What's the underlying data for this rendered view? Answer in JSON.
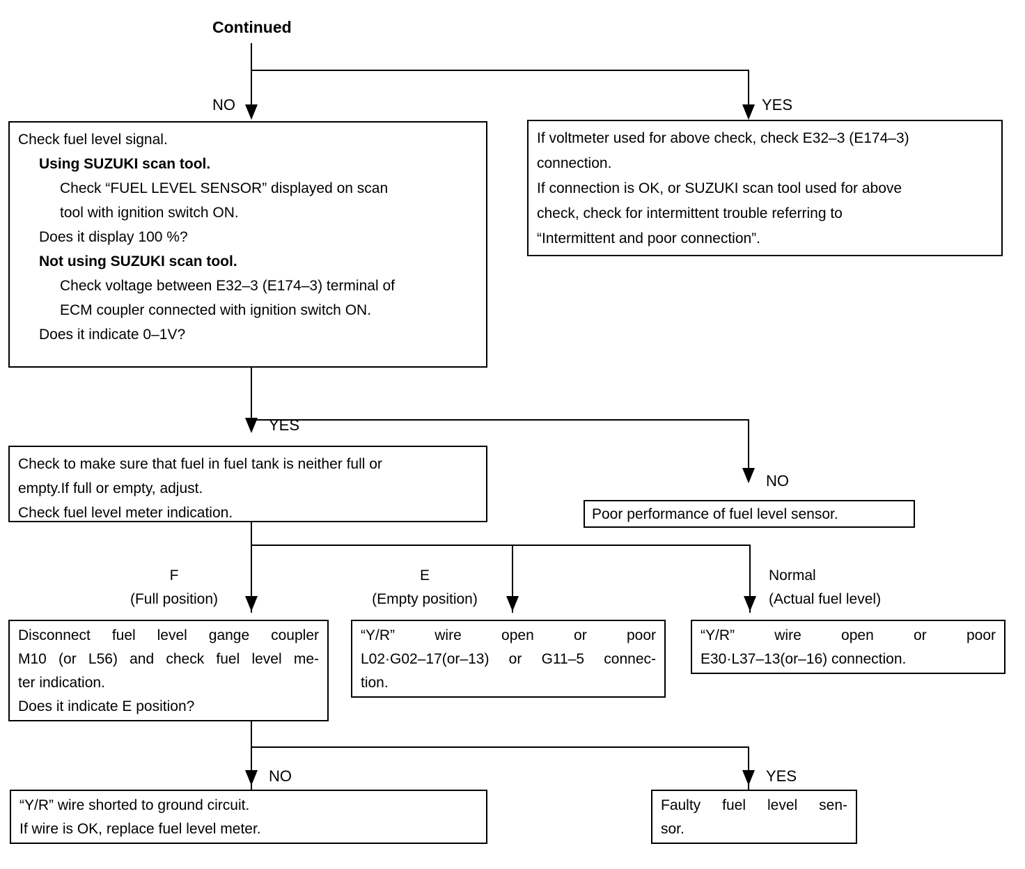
{
  "title": "Fuel level sensor diagnostic flow chart (continued)",
  "header": {
    "continued_label": "Continued"
  },
  "edge_labels": {
    "no_1": "NO",
    "yes_1": "YES",
    "yes_2": "YES",
    "no_2": "NO",
    "no_3": "NO",
    "yes_3": "YES"
  },
  "branch_labels": {
    "full": {
      "code": "F",
      "desc": "(Full position)"
    },
    "empty": {
      "code": "E",
      "desc": "(Empty position)"
    },
    "normal": {
      "code": "Normal",
      "desc": "(Actual fuel level)"
    }
  },
  "boxes": {
    "check_fuel_level_signal": {
      "lines": [
        {
          "text": "Check fuel level signal.",
          "indent": 0,
          "bold": false
        },
        {
          "text": "Using SUZUKI scan tool.",
          "indent": 1,
          "bold": true
        },
        {
          "text": "Check “FUEL LEVEL SENSOR” displayed on scan",
          "indent": 2,
          "bold": false
        },
        {
          "text": "tool with ignition switch ON.",
          "indent": 2,
          "bold": false
        },
        {
          "text": "Does it display 100 %?",
          "indent": 1,
          "bold": false
        },
        {
          "text": "Not using SUZUKI scan tool.",
          "indent": 1,
          "bold": true
        },
        {
          "text": "Check voltage between E32–3 (E174–3) terminal of",
          "indent": 2,
          "bold": false
        },
        {
          "text": "ECM coupler connected with ignition switch ON.",
          "indent": 2,
          "bold": false
        },
        {
          "text": "Does it indicate 0–1V?",
          "indent": 1,
          "bold": false
        }
      ]
    },
    "voltmeter_check": {
      "lines": [
        {
          "text": "If voltmeter used for above check, check E32–3 (E174–3)"
        },
        {
          "text": "connection."
        },
        {
          "text": "If connection is OK, or SUZUKI scan tool used for above"
        },
        {
          "text": "check, check for intermittent trouble referring to"
        },
        {
          "text": "“Intermittent and poor connection”."
        }
      ]
    },
    "check_fuel_tank": {
      "lines": [
        {
          "text": "Check to make sure that fuel in fuel tank is neither full or"
        },
        {
          "text": "empty.If full or empty, adjust."
        },
        {
          "text": "Check fuel level meter indication."
        }
      ]
    },
    "poor_performance": {
      "lines": [
        {
          "text": "Poor performance of fuel level sensor."
        }
      ]
    },
    "disconnect_coupler": {
      "lines": [
        {
          "text": "Disconnect fuel level gange coupler",
          "justify": true
        },
        {
          "text": "M10 (or L56) and check fuel level me-",
          "justify": true
        },
        {
          "text": "ter indication.",
          "justify": false
        },
        {
          "text": "Does it indicate E position?",
          "justify": false
        }
      ]
    },
    "yr_open_g11": {
      "lines": [
        {
          "text": "“Y/R” wire open or poor",
          "justify": true
        },
        {
          "text": "L02·G02–17(or–13) or G11–5 connec-",
          "justify": true
        },
        {
          "text": "tion.",
          "justify": false
        }
      ]
    },
    "yr_open_e30": {
      "lines": [
        {
          "text": "“Y/R” wire open or poor",
          "justify": true
        },
        {
          "text": "E30·L37–13(or–16) connection.",
          "justify": false
        }
      ]
    },
    "yr_shorted": {
      "lines": [
        {
          "text": "“Y/R” wire shorted to ground circuit."
        },
        {
          "text": "If wire is OK, replace fuel level meter."
        }
      ]
    },
    "faulty_sensor": {
      "lines": [
        {
          "text": "Faulty fuel level sen-",
          "justify": true
        },
        {
          "text": "sor.",
          "justify": false
        }
      ]
    }
  },
  "colors": {
    "ink": "#000000",
    "paper": "#ffffff"
  }
}
